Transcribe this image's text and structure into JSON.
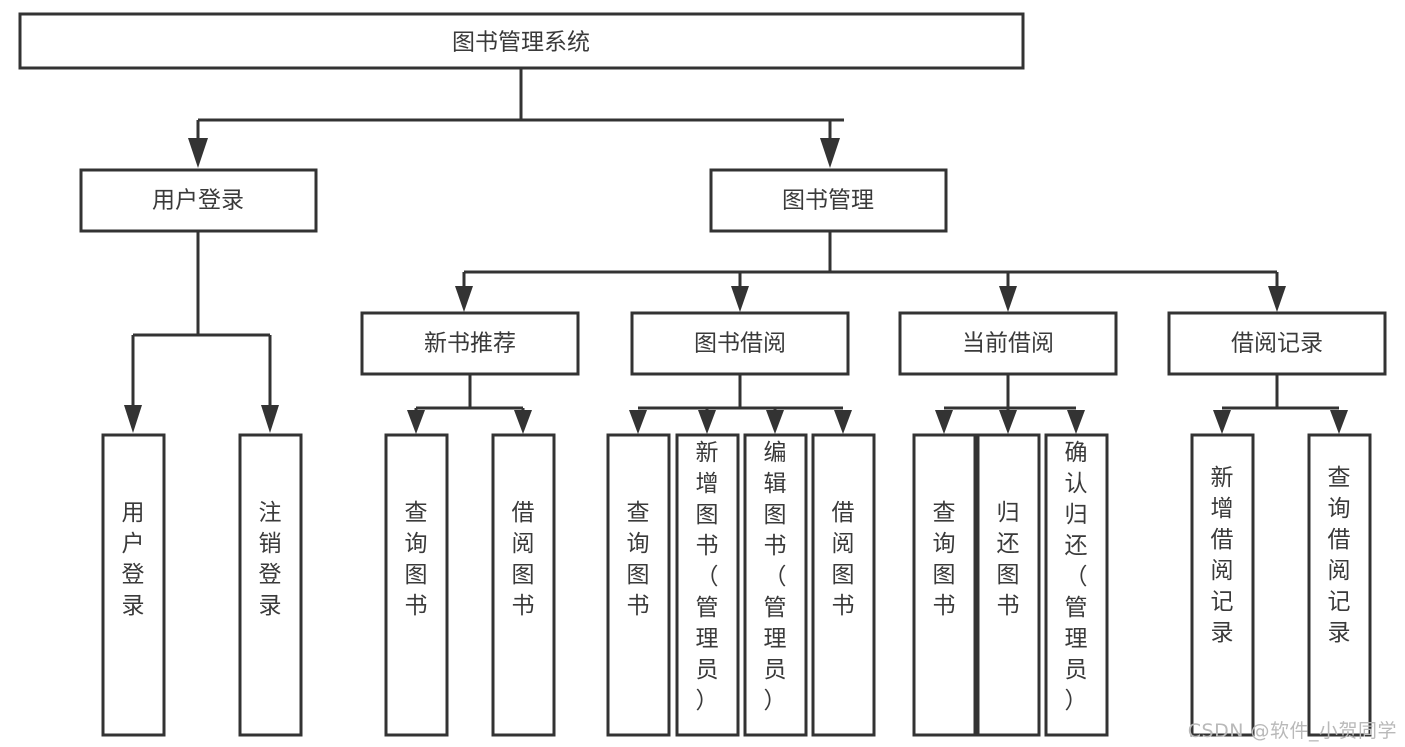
{
  "diagram": {
    "type": "hierarchy-tree",
    "title": "图书管理系统",
    "watermark": "CSDN @软件_小贺同学",
    "colors": {
      "stroke": "#333333",
      "box_fill": "#ffffff",
      "text": "#3a3a3a",
      "background": "#ffffff",
      "watermark": "#b9b9b9"
    },
    "root": {
      "label": "图书管理系统"
    },
    "level2": [
      {
        "label": "用户登录"
      },
      {
        "label": "图书管理"
      }
    ],
    "level3": [
      {
        "label": "新书推荐"
      },
      {
        "label": "图书借阅"
      },
      {
        "label": "当前借阅"
      },
      {
        "label": "借阅记录"
      }
    ],
    "leaves": {
      "user_login": [
        "用户登录",
        "注销登录"
      ],
      "new_book_recommend": [
        "查询图书",
        "借阅图书"
      ],
      "book_borrow": [
        "查询图书",
        "新增图书（管理员）",
        "编辑图书（管理员）",
        "借阅图书"
      ],
      "current_borrow": [
        "查询图书",
        "归还图书",
        "确认归还（管理员）"
      ],
      "borrow_records": [
        "新增借阅记录",
        "查询借阅记录"
      ]
    }
  }
}
